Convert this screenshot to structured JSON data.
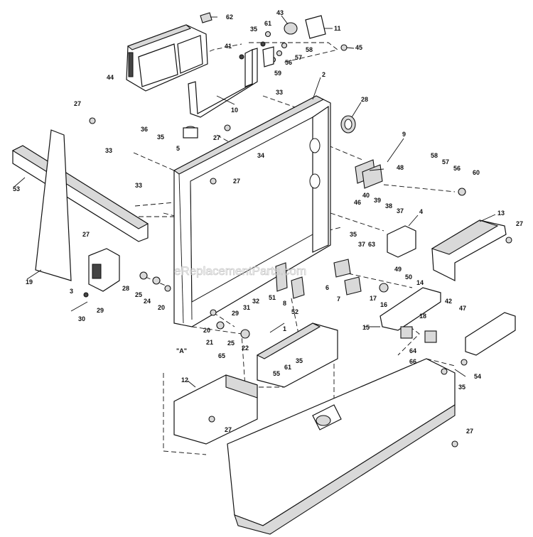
{
  "watermark": "eReplacementParts.com",
  "callouts": [
    {
      "label": "62"
    },
    {
      "label": "43"
    },
    {
      "label": "11"
    },
    {
      "label": "35"
    },
    {
      "label": "61"
    },
    {
      "label": "45"
    },
    {
      "label": "41"
    },
    {
      "label": "58"
    },
    {
      "label": "57"
    },
    {
      "label": "56"
    },
    {
      "label": "59"
    },
    {
      "label": "44"
    },
    {
      "label": "2"
    },
    {
      "label": "33"
    },
    {
      "label": "10"
    },
    {
      "label": "28"
    },
    {
      "label": "27"
    },
    {
      "label": "36"
    },
    {
      "label": "35"
    },
    {
      "label": "27"
    },
    {
      "label": "5"
    },
    {
      "label": "9"
    },
    {
      "label": "33"
    },
    {
      "label": "34"
    },
    {
      "label": "27"
    },
    {
      "label": "48"
    },
    {
      "label": "53"
    },
    {
      "label": "33"
    },
    {
      "label": "58"
    },
    {
      "label": "57"
    },
    {
      "label": "56"
    },
    {
      "label": "60"
    },
    {
      "label": "40"
    },
    {
      "label": "39"
    },
    {
      "label": "38"
    },
    {
      "label": "46"
    },
    {
      "label": "37"
    },
    {
      "label": "4"
    },
    {
      "label": "35"
    },
    {
      "label": "37"
    },
    {
      "label": "63"
    },
    {
      "label": "13"
    },
    {
      "label": "27"
    },
    {
      "label": "27"
    },
    {
      "label": "19"
    },
    {
      "label": "3"
    },
    {
      "label": "28"
    },
    {
      "label": "25"
    },
    {
      "label": "24"
    },
    {
      "label": "29"
    },
    {
      "label": "20"
    },
    {
      "label": "30"
    },
    {
      "label": "51"
    },
    {
      "label": "8"
    },
    {
      "label": "52"
    },
    {
      "label": "29"
    },
    {
      "label": "31"
    },
    {
      "label": "32"
    },
    {
      "label": "6"
    },
    {
      "label": "7"
    },
    {
      "label": "49"
    },
    {
      "label": "50"
    },
    {
      "label": "14"
    },
    {
      "label": "17"
    },
    {
      "label": "16"
    },
    {
      "label": "42"
    },
    {
      "label": "47"
    },
    {
      "label": "15"
    },
    {
      "label": "18"
    },
    {
      "label": "20"
    },
    {
      "label": "21"
    },
    {
      "label": "25"
    },
    {
      "label": "22"
    },
    {
      "label": "65"
    },
    {
      "label": "\"A\""
    },
    {
      "label": "1"
    },
    {
      "label": "64"
    },
    {
      "label": "66"
    },
    {
      "label": "35"
    },
    {
      "label": "55"
    },
    {
      "label": "61"
    },
    {
      "label": "12"
    },
    {
      "label": "54"
    },
    {
      "label": "35"
    },
    {
      "label": "27"
    },
    {
      "label": "27"
    }
  ]
}
